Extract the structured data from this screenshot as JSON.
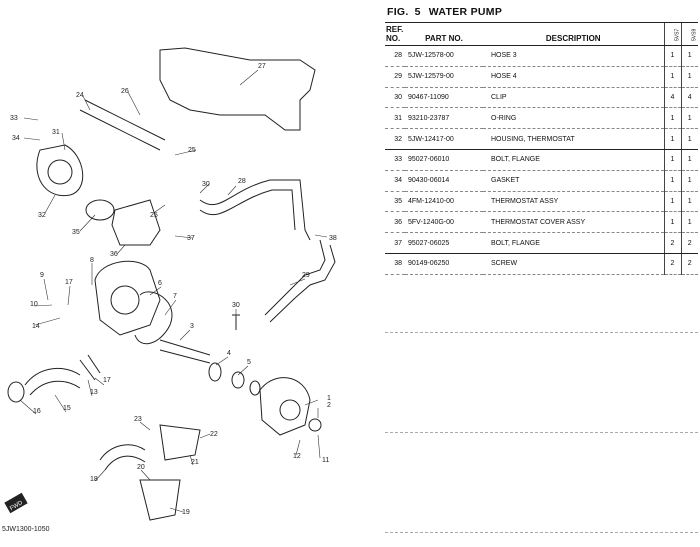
{
  "figure": {
    "label": "FIG.",
    "number": "5",
    "title": "WATER PUMP"
  },
  "table": {
    "headers": {
      "ref": "REF. NO.",
      "part": "PART NO.",
      "desc": "DESCRIPTION",
      "model1": "5VS7",
      "model2": "5VS9"
    },
    "rows": [
      {
        "ref": "28",
        "part": "5JW-12578-00",
        "desc": "HOSE 3",
        "q1": "1",
        "q2": "1"
      },
      {
        "ref": "29",
        "part": "5JW-12579-00",
        "desc": "HOSE 4",
        "q1": "1",
        "q2": "1"
      },
      {
        "ref": "30",
        "part": "90467-11090",
        "desc": "CLIP",
        "q1": "4",
        "q2": "4"
      },
      {
        "ref": "31",
        "part": "93210-23787",
        "desc": "O-RING",
        "q1": "1",
        "q2": "1"
      },
      {
        "ref": "32",
        "part": "5JW-12417-00",
        "desc": "HOUSING, THERMOSTAT",
        "q1": "1",
        "q2": "1"
      },
      {
        "ref": "33",
        "part": "95027-06010",
        "desc": "BOLT, FLANGE",
        "q1": "1",
        "q2": "1"
      },
      {
        "ref": "34",
        "part": "90430-06014",
        "desc": "GASKET",
        "q1": "1",
        "q2": "1"
      },
      {
        "ref": "35",
        "part": "4FM-12410-00",
        "desc": "THERMOSTAT ASSY",
        "q1": "1",
        "q2": "1"
      },
      {
        "ref": "36",
        "part": "5FV-1240G-00",
        "desc": "THERMOSTAT COVER ASSY",
        "q1": "1",
        "q2": "1"
      },
      {
        "ref": "37",
        "part": "95027-06025",
        "desc": "BOLT, FLANGE",
        "q1": "2",
        "q2": "2"
      },
      {
        "ref": "38",
        "part": "90149-06250",
        "desc": "SCREW",
        "q1": "2",
        "q2": "2"
      }
    ]
  },
  "diagram": {
    "callouts": [
      "1",
      "2",
      "3",
      "4",
      "5",
      "6",
      "7",
      "8",
      "9",
      "10",
      "11",
      "12",
      "13",
      "14",
      "15",
      "16",
      "17",
      "17",
      "18",
      "19",
      "20",
      "21",
      "22",
      "23",
      "24",
      "25",
      "25",
      "26",
      "27",
      "28",
      "29",
      "30",
      "30",
      "31",
      "32",
      "33",
      "34",
      "35",
      "36",
      "37",
      "38"
    ],
    "footer_code": "5JW1300-1050",
    "logo_text": "FWD"
  }
}
